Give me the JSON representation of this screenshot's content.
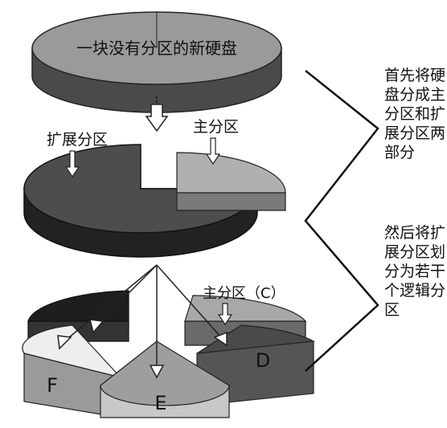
{
  "top_disk": {
    "label": "一块没有分区的新硬盘"
  },
  "labels": {
    "extended": "扩展分区",
    "primary": "主分区",
    "primary_c": "主分区（C）"
  },
  "drives": {
    "d": "D",
    "e": "E",
    "f": "F"
  },
  "steps": {
    "step1": "首先将硬盘分成主分区和扩展分区两部分",
    "step2": "然后将扩展分区划分为若干个逻辑分区"
  }
}
